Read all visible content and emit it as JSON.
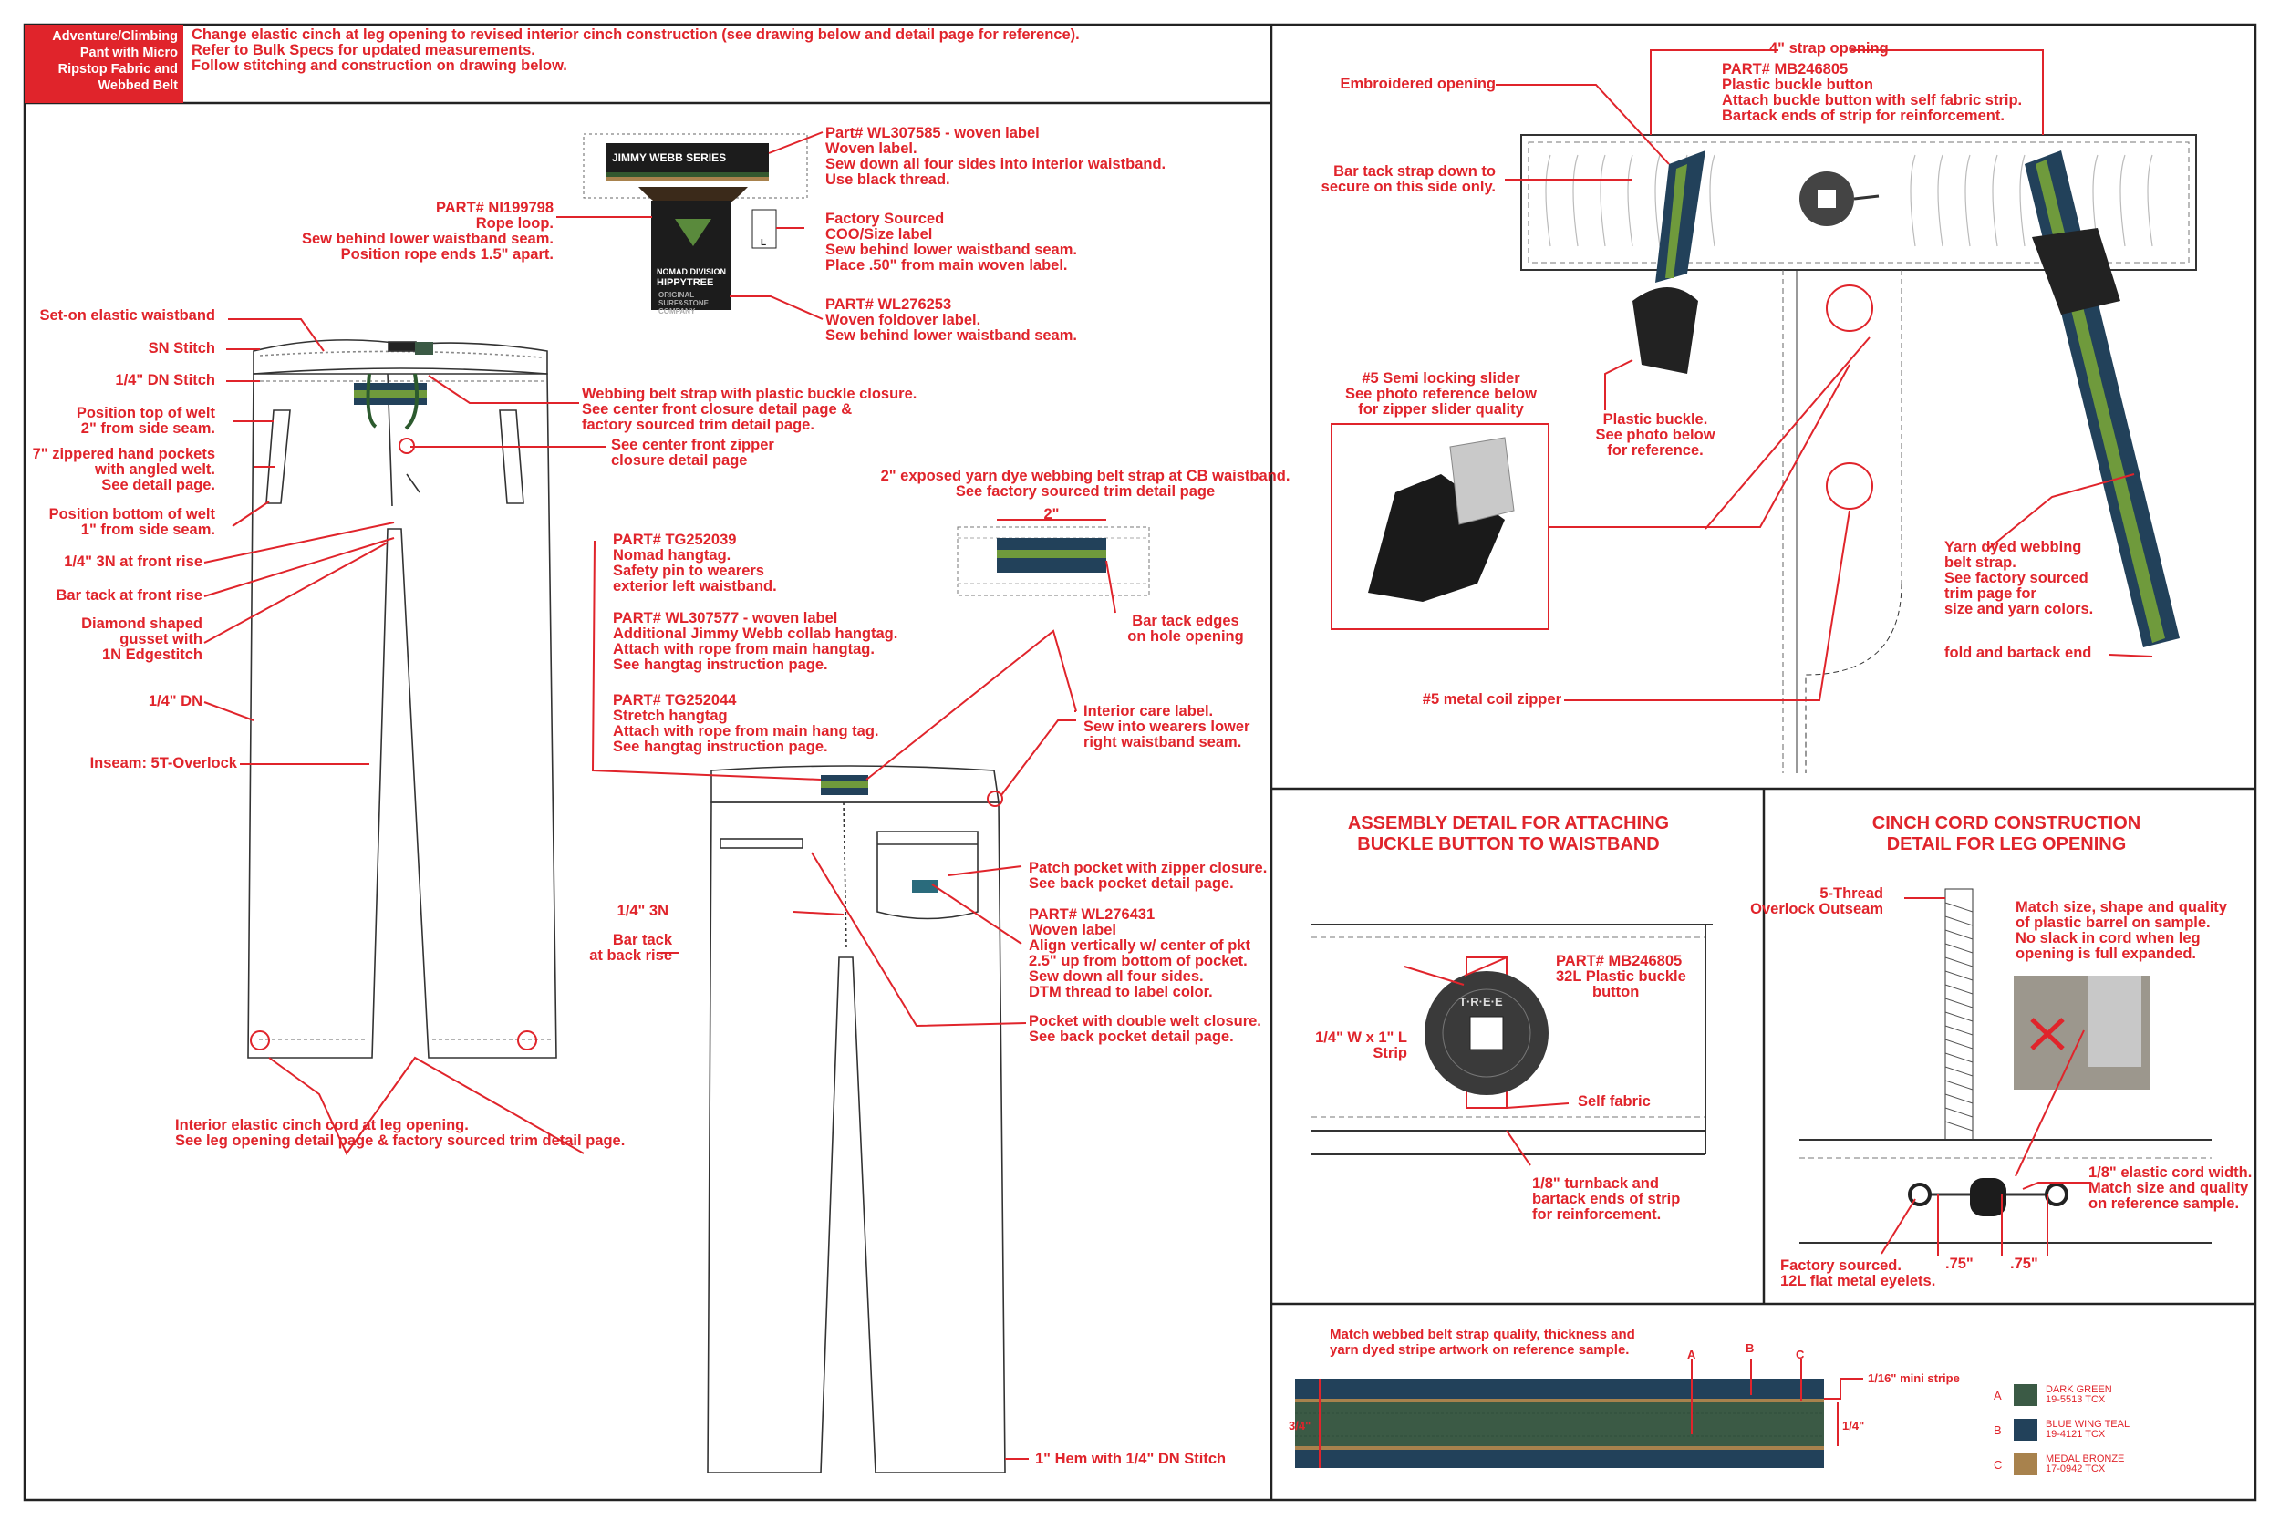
{
  "tag": [
    "Adventure/Climbing",
    "Pant with Micro",
    "Ripstop Fabric and",
    "Webbed Belt"
  ],
  "header_notes": [
    "Change elastic cinch at leg opening to revised interior cinch construction (see drawing below and detail page for reference).",
    "Refer to Bulk Specs for updated measurements.",
    "Follow stitching and construction on drawing below."
  ],
  "labels": {
    "jimmy_webb": "JIMMY WEBB SERIES",
    "nomad_division": "NOMAD DIVISION",
    "hippytree": "HIPPYTREE",
    "original": "ORIGINAL",
    "surf_stone": "SURF&STONE",
    "company": "COMPANY",
    "size_l": "L",
    "tree": "T·R·E·E"
  },
  "left_callouts": [
    [
      "Part# WL307585 - woven label",
      "Woven label.",
      "Sew down all four sides into interior waistband.",
      "Use black thread."
    ],
    [
      "PART# NI199798",
      "Rope loop.",
      "Sew behind lower waistband seam.",
      "Position rope ends 1.5\" apart."
    ],
    [
      "Factory Sourced",
      "COO/Size label",
      "Sew behind lower waistband seam.",
      "Place .50\" from main woven label."
    ],
    [
      "PART# WL276253",
      "Woven foldover label.",
      "Sew behind lower waistband seam."
    ],
    [
      "Set-on elastic waistband"
    ],
    [
      "SN Stitch"
    ],
    [
      "1/4\" DN Stitch"
    ],
    [
      "Position top of welt",
      "2\" from side seam."
    ],
    [
      "7\" zippered hand pockets",
      "with angled welt.",
      "See detail page."
    ],
    [
      "Position bottom of welt",
      "1\" from side seam."
    ],
    [
      "1/4\" 3N at front rise"
    ],
    [
      "Bar tack at front rise"
    ],
    [
      "Diamond shaped",
      "gusset with",
      "1N Edgestitch"
    ],
    [
      "1/4\" DN"
    ],
    [
      "Inseam: 5T-Overlock"
    ],
    [
      "Webbing belt strap with plastic buckle closure.",
      "See center front closure detail page &",
      "factory sourced trim detail page."
    ],
    [
      "See center front zipper",
      "closure detail page"
    ],
    [
      "2\" exposed yarn dye webbing belt strap at CB waistband.",
      "See factory sourced trim detail page"
    ],
    [
      "2\""
    ],
    [
      "Bar tack edges",
      "on hole opening"
    ],
    [
      "PART# TG252039",
      "Nomad hangtag.",
      "Safety pin to wearers",
      "exterior left waistband."
    ],
    [
      "PART# WL307577 - woven label",
      "Additional Jimmy Webb collab hangtag.",
      "Attach with rope from main hangtag.",
      "See hangtag instruction page."
    ],
    [
      "PART# TG252044",
      "Stretch hangtag",
      "Attach with rope from main hang tag.",
      "See hangtag instruction page."
    ],
    [
      "Interior care label.",
      "Sew into wearers lower",
      "right waistband seam."
    ],
    [
      "Patch pocket with zipper closure.",
      "See back pocket detail page."
    ],
    [
      "PART# WL276431",
      "Woven label",
      "Align vertically w/ center of pkt",
      "2.5\" up from bottom of pocket.",
      "Sew down all four sides.",
      "DTM thread to label color."
    ],
    [
      "1/4\" 3N"
    ],
    [
      "Bar tack",
      "at back rise"
    ],
    [
      "Pocket with double welt closure.",
      "See back pocket detail page."
    ],
    [
      "Interior elastic cinch cord at leg opening.",
      "See leg opening detail page & factory sourced trim detail page."
    ],
    [
      "1\" Hem with 1/4\" DN Stitch"
    ]
  ],
  "closure_callouts": [
    [
      "4\" strap opening"
    ],
    [
      "PART# MB246805",
      "Plastic buckle button",
      "Attach buckle button with self fabric strip.",
      "Bartack ends of strip for reinforcement."
    ],
    [
      "Embroidered opening"
    ],
    [
      "Bar tack strap down to",
      "secure on this side only."
    ],
    [
      "#5 Semi locking slider",
      "See photo reference below",
      "for zipper slider quality"
    ],
    [
      "Plastic buckle.",
      "See photo below",
      "for reference."
    ],
    [
      "Yarn dyed webbing",
      "belt strap.",
      "See factory sourced",
      "trim page for",
      "size and yarn colors."
    ],
    [
      "fold and bartack end"
    ],
    [
      "#5 metal coil zipper"
    ]
  ],
  "assembly": {
    "title": [
      "ASSEMBLY DETAIL FOR ATTACHING",
      "BUCKLE BUTTON TO WAISTBAND"
    ],
    "callouts": [
      [
        "PART# MB246805",
        "32L  Plastic buckle",
        "button"
      ],
      [
        "1/4\" W x 1\" L",
        "Strip"
      ],
      [
        "Self fabric"
      ],
      [
        "1/8\" turnback and",
        "bartack ends of strip",
        "for reinforcement."
      ]
    ]
  },
  "cinch": {
    "title": [
      "CINCH CORD CONSTRUCTION",
      "DETAIL FOR LEG OPENING"
    ],
    "callouts": [
      [
        "5-Thread",
        "Overlock Outseam"
      ],
      [
        "Match size, shape and quality",
        "of plastic barrel on sample.",
        "No slack in cord when leg",
        "opening is full expanded."
      ],
      [
        "1/8\" elastic cord width.",
        "Match size and quality",
        "on reference sample."
      ],
      [
        "Factory sourced.",
        "12L flat metal eyelets."
      ],
      [
        ".75\""
      ],
      [
        ".75\""
      ]
    ]
  },
  "webbing": {
    "note": [
      "Match webbed belt strap quality, thickness and",
      "yarn dyed stripe artwork on reference sample."
    ],
    "letters": [
      "A",
      "B",
      "C"
    ],
    "mini_stripe": "1/16\" mini stripe",
    "height": "3/4\"",
    "stripe": "1/4\"",
    "swatches": [
      {
        "letter": "A",
        "name": "DARK GREEN",
        "code": "19-5513 TCX",
        "color": "#3b5a45"
      },
      {
        "letter": "B",
        "name": "BLUE WING TEAL",
        "code": "19-4121 TCX",
        "color": "#22415a"
      },
      {
        "letter": "C",
        "name": "MEDAL BRONZE",
        "code": "17-0942 TCX",
        "color": "#a8824d"
      }
    ]
  },
  "colors": {
    "annotation": "#e0242b",
    "navy": "#22415a",
    "green": "#6f9a3c",
    "bronze": "#a8824d"
  }
}
